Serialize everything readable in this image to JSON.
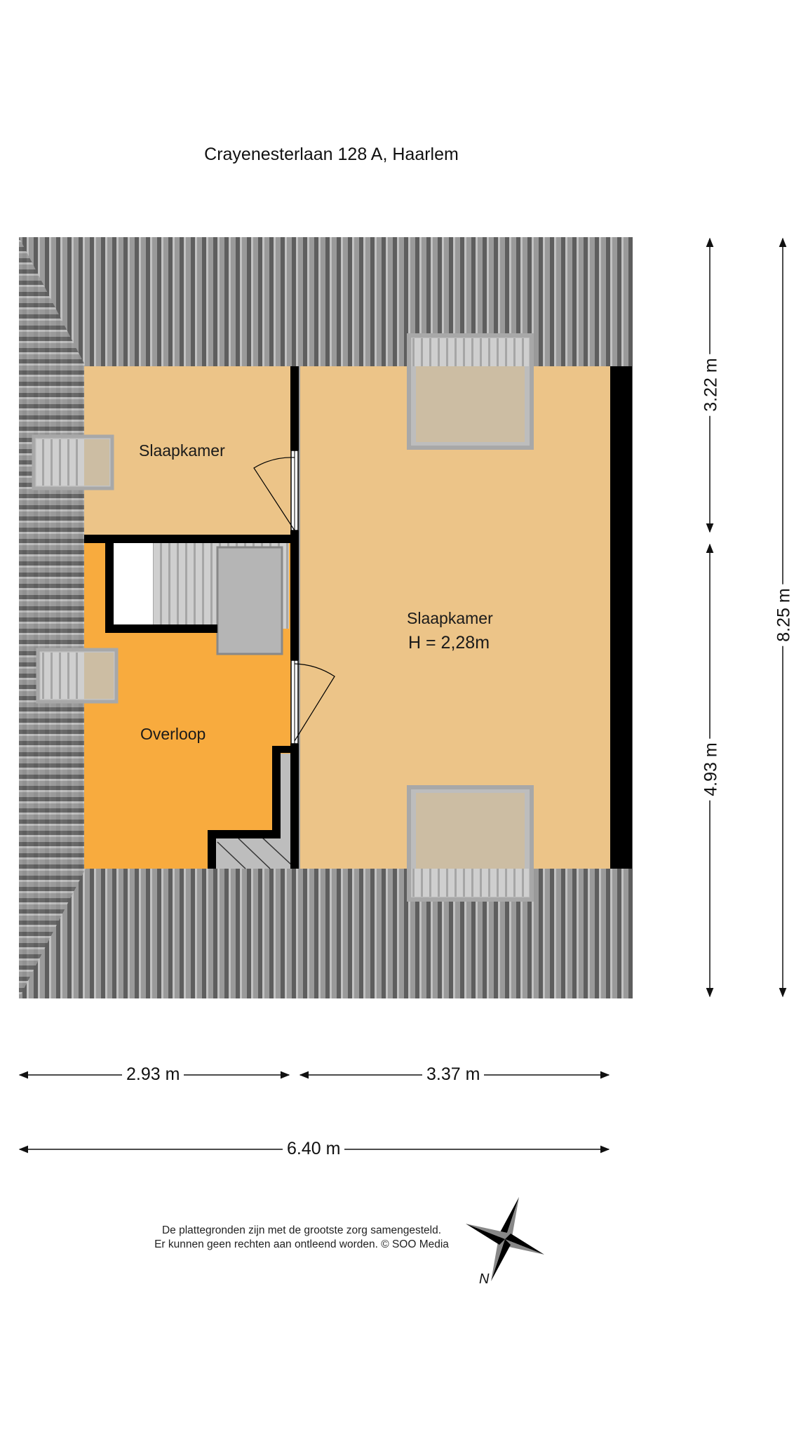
{
  "title": "Crayenesterlaan 128 A, Haarlem",
  "rooms": {
    "bedroom_small": "Slaapkamer",
    "bedroom_large": "Slaapkamer",
    "bedroom_large_height": "H = 2,28m",
    "landing": "Overloop"
  },
  "dimensions": {
    "width_left": "2.93 m",
    "width_right": "3.37 m",
    "width_total": "6.40 m",
    "depth_top": "3.22 m",
    "depth_bottom": "4.93 m",
    "depth_total": "8.25 m"
  },
  "disclaimer": {
    "line1": "De plattegronden zijn met de grootste zorg samengesteld.",
    "line2": "Er kunnen geen rechten aan ontleend worden. © SOO Media"
  },
  "compass": {
    "north_label": "N",
    "icon": "compass-rose-icon"
  },
  "colors": {
    "roof": "#8c8c8c",
    "bedroom": "#ecc488",
    "landing": "#f8ab3e",
    "wall": "#000000",
    "window": "#ccbda3"
  }
}
